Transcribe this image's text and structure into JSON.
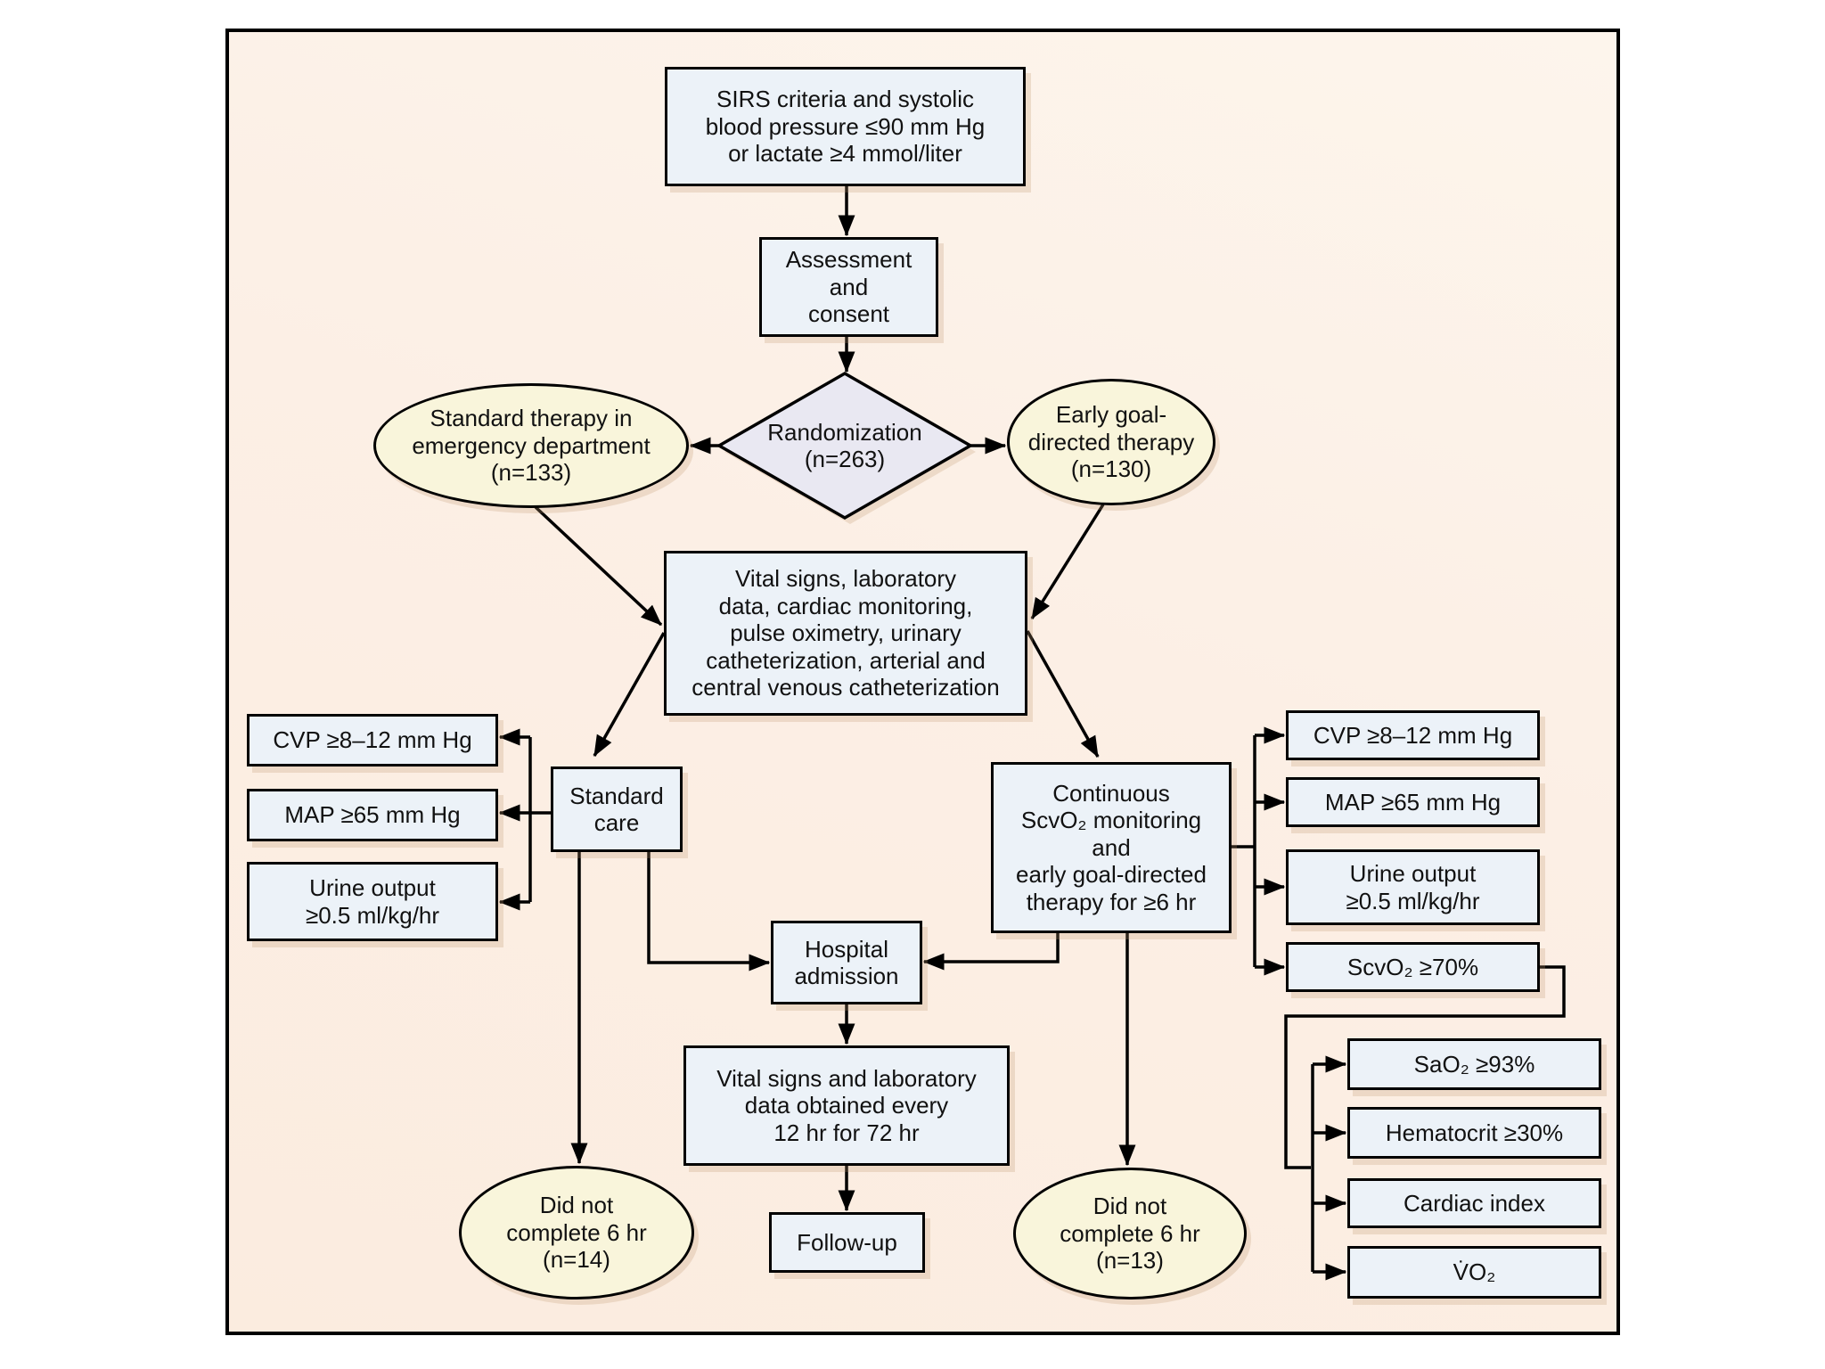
{
  "palette": {
    "page_bg": "#ffffff",
    "panel_bg": "#fcefe5",
    "panel_border": "#000000",
    "box_fill": "#ecf2f8",
    "ellipse_fill": "#f9f5db",
    "diamond_fill": "#e9e8f2",
    "line": "#000000",
    "text": "#111111",
    "shadow": "rgba(190,150,110,0.25)"
  },
  "nodes": {
    "sirs": {
      "lines": [
        "SIRS criteria and systolic",
        "blood pressure ≤90 mm Hg",
        "or lactate ≥4 mmol/liter"
      ]
    },
    "assessment": {
      "lines": [
        "Assessment",
        "and",
        "consent"
      ]
    },
    "randomization": {
      "lines": [
        "Randomization",
        "(n=263)"
      ]
    },
    "standard_therapy": {
      "lines": [
        "Standard therapy in",
        "emergency department",
        "(n=133)"
      ]
    },
    "egdt": {
      "lines": [
        "Early goal-",
        "directed therapy",
        "(n=130)"
      ]
    },
    "monitoring": {
      "lines": [
        "Vital signs, laboratory",
        "data, cardiac monitoring,",
        "pulse oximetry, urinary",
        "catheterization, arterial and",
        "central venous catheterization"
      ]
    },
    "cvp_left": {
      "text": "CVP ≥8–12 mm Hg"
    },
    "map_left": {
      "text": "MAP ≥65 mm Hg"
    },
    "urine_left": {
      "lines": [
        "Urine output",
        "≥0.5 ml/kg/hr"
      ]
    },
    "standard_care": {
      "lines": [
        "Standard",
        "care"
      ]
    },
    "continuous": {
      "lines": [
        "Continuous",
        "ScvO₂ monitoring",
        "and",
        "early goal-directed",
        "therapy for ≥6 hr"
      ]
    },
    "cvp_right": {
      "text": "CVP ≥8–12 mm Hg"
    },
    "map_right": {
      "text": "MAP ≥65 mm Hg"
    },
    "urine_right": {
      "lines": [
        "Urine output",
        "≥0.5 ml/kg/hr"
      ]
    },
    "scvo2": {
      "text": "ScvO₂ ≥70%"
    },
    "sao2": {
      "text": "SaO₂ ≥93%"
    },
    "hematocrit": {
      "text": "Hematocrit ≥30%"
    },
    "cardiac_index": {
      "text": "Cardiac index"
    },
    "vo2": {
      "text": "V̇O₂"
    },
    "hospital": {
      "lines": [
        "Hospital",
        "admission"
      ]
    },
    "vitals_12hr": {
      "lines": [
        "Vital signs and laboratory",
        "data obtained every",
        "12 hr for 72 hr"
      ]
    },
    "followup": {
      "text": "Follow-up"
    },
    "dnc_left": {
      "lines": [
        "Did not",
        "complete 6 hr",
        "(n=14)"
      ]
    },
    "dnc_right": {
      "lines": [
        "Did not",
        "complete 6 hr",
        "(n=13)"
      ]
    }
  }
}
